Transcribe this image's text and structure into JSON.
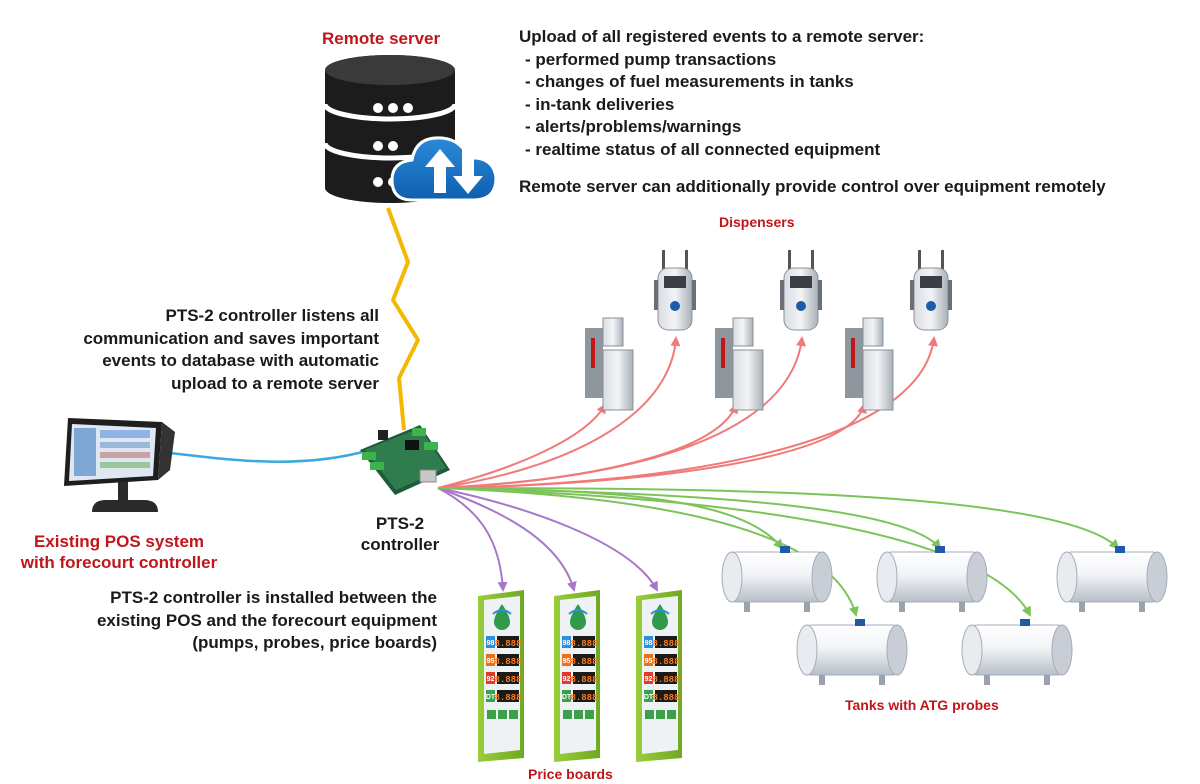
{
  "server": {
    "label": "Remote server",
    "icon": "database-cloud-sync-icon"
  },
  "upload": {
    "title": "Upload of all registered events to a remote server:",
    "items": [
      "- performed pump transactions",
      "- changes of fuel measurements in tanks",
      "- in-tank deliveries",
      "- alerts/problems/warnings",
      "- realtime status of all connected equipment"
    ],
    "remote_control": "Remote server can additionally provide control over equipment remotely"
  },
  "listen_note": {
    "lines": [
      "PTS-2 controller listens all",
      "communication and saves important",
      "events to database with automatic",
      "upload to a remote server"
    ]
  },
  "controller": {
    "label_lines": [
      "PTS-2",
      "controller"
    ]
  },
  "pos": {
    "label_lines": [
      "Existing POS system",
      "with forecourt controller"
    ]
  },
  "install_note": {
    "lines": [
      "PTS-2 controller is installed between the",
      "existing POS and the forecourt equipment",
      "(pumps, probes, price boards)"
    ]
  },
  "dispensers": {
    "label": "Dispensers"
  },
  "price_boards": {
    "label": "Price boards",
    "fuel_codes": [
      "98",
      "95",
      "92",
      "DT"
    ],
    "digits": "8.888"
  },
  "tanks": {
    "label": "Tanks with ATG probes"
  },
  "colors": {
    "label_red": "#c0161a",
    "link_server": "#f5b800",
    "link_pos": "#3ba9e0",
    "link_dispensers": "#f07a7a",
    "link_price_boards": "#a878c8",
    "link_tanks": "#7cc45a"
  }
}
